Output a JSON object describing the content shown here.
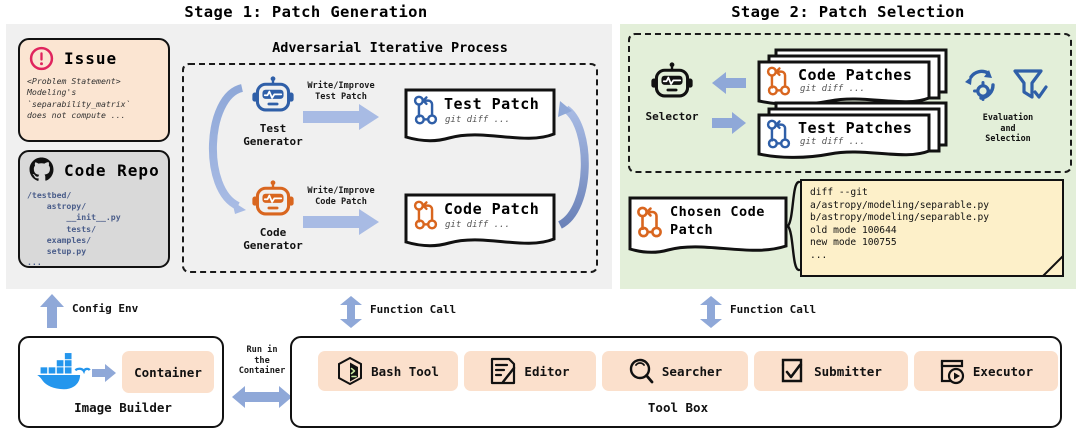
{
  "stages": {
    "stage1_title": "Stage 1: Patch Generation",
    "stage2_title": "Stage 2: Patch Selection"
  },
  "stage1": {
    "process_label": "Adversarial Iterative Process",
    "issue_card": {
      "icon": "exclamation-circle-icon",
      "title": "Issue",
      "body": "<Problem Statement>\nModeling's\n`separability_matrix`\ndoes not compute ..."
    },
    "repo_card": {
      "icon": "github-icon",
      "title": "Code Repo",
      "tree": "/testbed/\n    astropy/\n        __init__.py\n        tests/\n    examples/\n    setup.py\n..."
    },
    "test_generator": {
      "icon": "robot-icon-blue",
      "line1": "Test",
      "line2": "Generator"
    },
    "code_generator": {
      "icon": "robot-icon-orange",
      "line1": "Code",
      "line2": "Generator"
    },
    "test_arrow_label": "Write/Improve\nTest Patch",
    "code_arrow_label": "Write/Improve\nCode Patch",
    "test_patch": {
      "icon": "git-branch-icon-blue",
      "title": "Test Patch",
      "sub": "git diff ..."
    },
    "code_patch": {
      "icon": "git-branch-icon-orange",
      "title": "Code Patch",
      "sub": "git diff ..."
    }
  },
  "stage2": {
    "selector": {
      "icon": "robot-icon-black",
      "label": "Selector"
    },
    "code_patches": {
      "icon": "git-branch-icon-orange",
      "title": "Code Patches",
      "sub": "git diff ..."
    },
    "test_patches": {
      "icon": "git-branch-icon-blue",
      "title": "Test Patches",
      "sub": "git diff ..."
    },
    "evaluation": {
      "icon1": "gear-refresh-icon",
      "icon2": "filter-check-icon",
      "label": "Evaluation\nand\nSelection"
    },
    "chosen_patch": {
      "icon": "git-branch-icon-orange",
      "line1": "Chosen Code",
      "line2": "Patch"
    },
    "diff_note": "diff --git\na/astropy/modeling/separable.py\nb/astropy/modeling/separable.py\nold mode 100644\nnew mode 100755\n..."
  },
  "bottom": {
    "config_env_label": "Config Env",
    "function_call_label_1": "Function Call",
    "function_call_label_2": "Function Call",
    "image_builder": {
      "icon": "docker-icon",
      "container_chip": "Container",
      "label": "Image Builder"
    },
    "run_in_container_label": "Run in\nthe\nContainer",
    "toolbox": {
      "label": "Tool Box",
      "tools": [
        {
          "icon": "bash-hex-icon",
          "label": "Bash Tool"
        },
        {
          "icon": "editor-icon",
          "label": "Editor"
        },
        {
          "icon": "search-icon",
          "label": "Searcher"
        },
        {
          "icon": "submit-check-icon",
          "label": "Submitter"
        },
        {
          "icon": "executor-icon",
          "label": "Executor"
        }
      ]
    }
  },
  "colors": {
    "blue": "#2f5fa8",
    "orange": "#d9661f",
    "arrow_blue": "#8fa8d8",
    "panel_grey": "#f0f0f0",
    "panel_green": "#e3efd9",
    "issue_peach": "#fbe5d2",
    "note_yellow": "#fdf0c9",
    "chip_peach": "#fbe0cc"
  }
}
